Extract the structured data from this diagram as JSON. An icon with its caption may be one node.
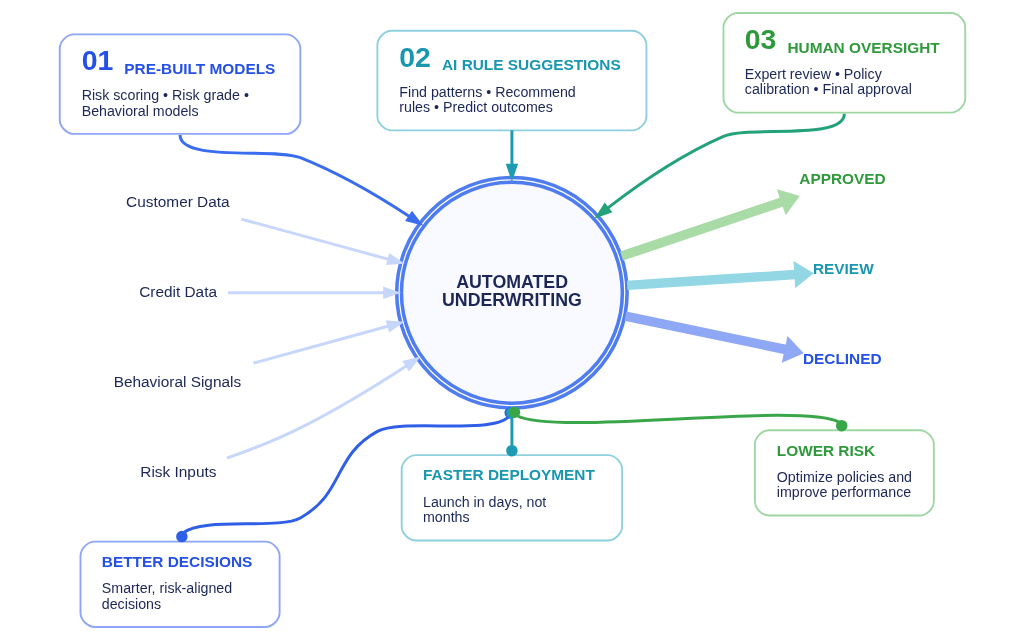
{
  "diagram": {
    "nodes": [
      {
        "text": [
          "01",
          "PRE-BUILT MODELS",
          "Risk scoring • Risk grade • Behavioral models"
        ]
      },
      {
        "text": [
          "02",
          "AI RULE SUGGESTIONS",
          "Find patterns • Recommend rules • Predict outcomes"
        ]
      },
      {
        "text": [
          "03",
          "HUMAN OVERSIGHT",
          "Expert review • Policy calibration • Final approval"
        ]
      },
      {
        "text": [
          "Customer Data"
        ]
      },
      {
        "text": [
          "Credit Data"
        ]
      },
      {
        "text": [
          "Behavioral Signals"
        ]
      },
      {
        "text": [
          "Risk Inputs"
        ]
      },
      {
        "text": [
          "AUTOMATED UNDERWRITING"
        ]
      },
      {
        "text": [
          "APPROVED"
        ]
      },
      {
        "text": [
          "REVIEW"
        ]
      },
      {
        "text": [
          "DECLINED"
        ]
      },
      {
        "text": [
          "BETTER DECISIONS",
          "Smarter, risk-aligned decisions"
        ]
      },
      {
        "text": [
          "FASTER DEPLOYMENT",
          "Launch in days, not months"
        ]
      },
      {
        "text": [
          "LOWER RISK",
          "Optimize policies and improve performance"
        ]
      }
    ],
    "edges": [
      {
        "from": 0,
        "to": 7,
        "arrow": "to",
        "color": "#3a6cf0"
      },
      {
        "from": 1,
        "to": 7,
        "arrow": "to",
        "color": "#1e9bb3"
      },
      {
        "from": 2,
        "to": 7,
        "arrow": "to",
        "color": "#23a27a"
      },
      {
        "from": 3,
        "to": 7,
        "arrow": "to",
        "color": "#c7d6fb"
      },
      {
        "from": 4,
        "to": 7,
        "arrow": "to",
        "color": "#c7d6fb"
      },
      {
        "from": 5,
        "to": 7,
        "arrow": "to",
        "color": "#c7d6fb"
      },
      {
        "from": 6,
        "to": 7,
        "arrow": "to",
        "color": "#c7d6fb"
      },
      {
        "from": 7,
        "to": 8,
        "arrow": "to",
        "style": "thick",
        "color": "#a9dba6"
      },
      {
        "from": 7,
        "to": 9,
        "arrow": "to",
        "style": "thick",
        "color": "#93d6e4"
      },
      {
        "from": 7,
        "to": 10,
        "arrow": "to",
        "style": "thick",
        "color": "#8ea8f6"
      },
      {
        "from": 7,
        "to": 11,
        "arrow": "other",
        "color": "#2f5fe6"
      },
      {
        "from": 7,
        "to": 12,
        "arrow": "other",
        "color": "#1e9bb3"
      },
      {
        "from": 7,
        "to": 13,
        "arrow": "other",
        "color": "#3aa64a"
      }
    ]
  }
}
